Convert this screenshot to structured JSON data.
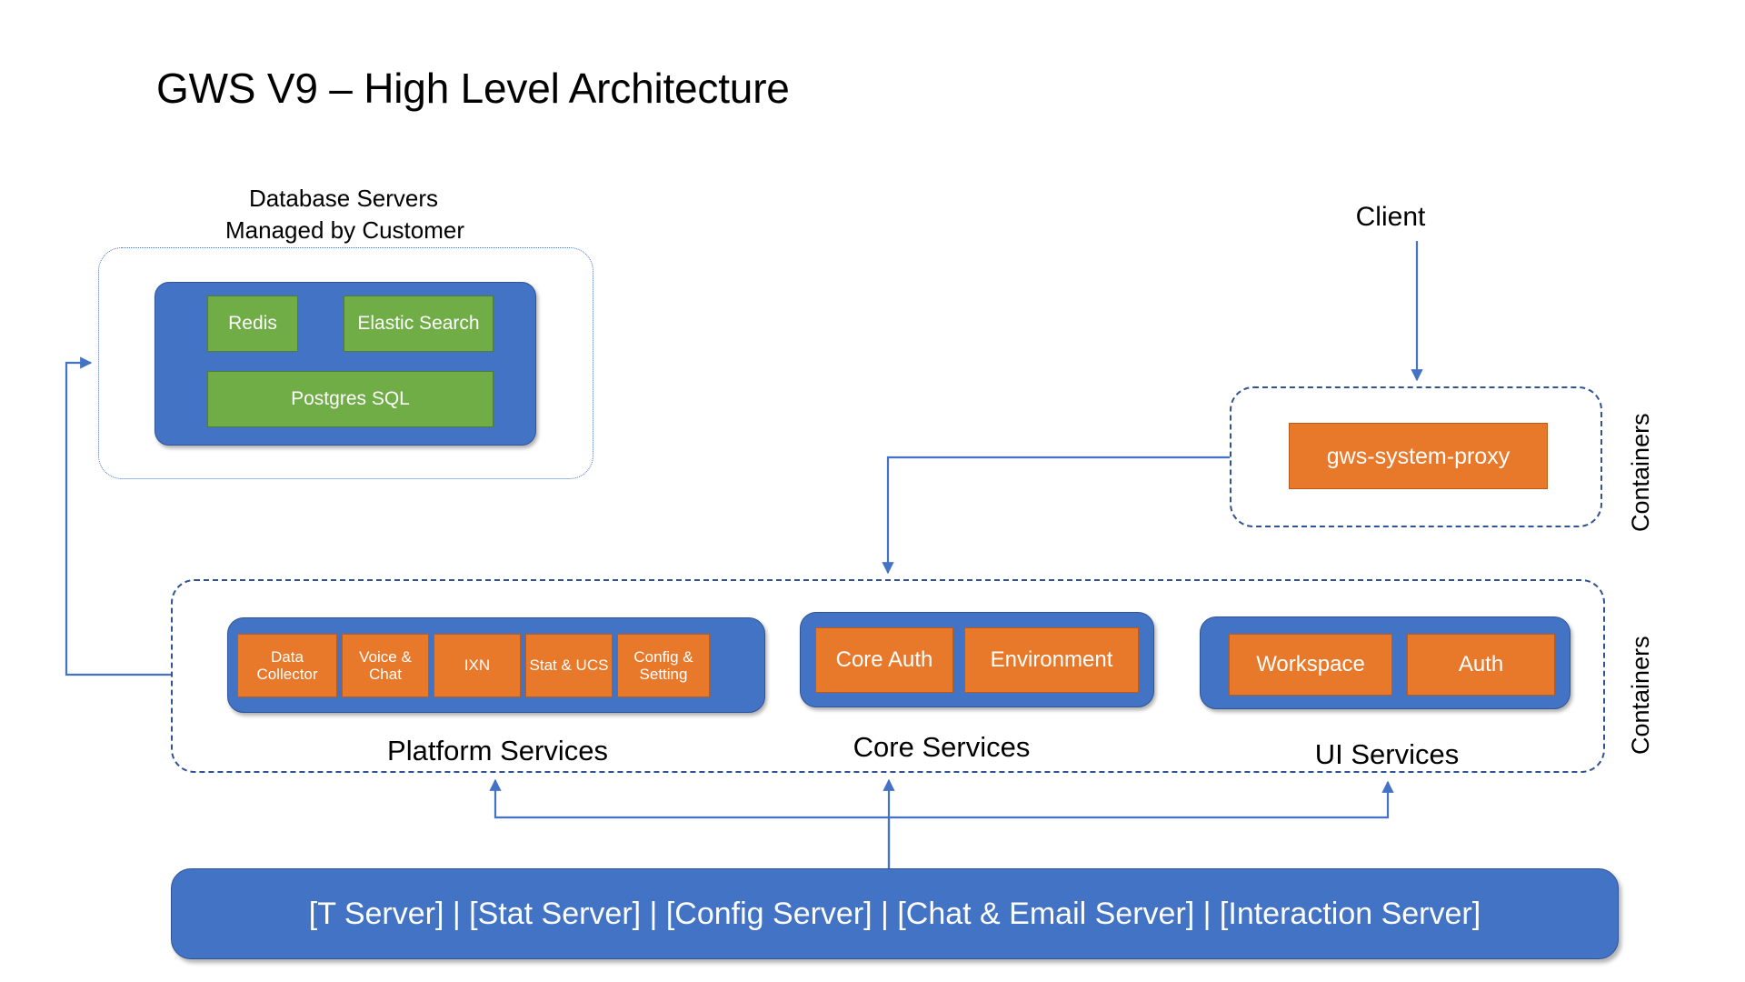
{
  "title": "GWS V9 – High Level Architecture",
  "labels": {
    "database_servers_line1": "Database Servers",
    "database_servers_line2": "Managed by Customer",
    "client": "Client",
    "containers_proxy": "Containers",
    "containers_services": "Containers",
    "platform_services": "Platform Services",
    "core_services": "Core Services",
    "ui_services": "UI Services"
  },
  "database": {
    "nodes": [
      {
        "label": "Redis"
      },
      {
        "label": "Elastic Search"
      },
      {
        "label": "Postgres SQL"
      }
    ]
  },
  "proxy": {
    "nodes": [
      {
        "label": "gws-system-proxy"
      }
    ]
  },
  "platform_services": {
    "nodes": [
      {
        "label": "Data Collector"
      },
      {
        "label": "Voice & Chat"
      },
      {
        "label": "IXN"
      },
      {
        "label": "Stat & UCS"
      },
      {
        "label": "Config & Setting"
      }
    ]
  },
  "core_services": {
    "nodes": [
      {
        "label": "Core Auth"
      },
      {
        "label": "Environment"
      }
    ]
  },
  "ui_services": {
    "nodes": [
      {
        "label": "Workspace"
      },
      {
        "label": "Auth"
      }
    ]
  },
  "server_bar": {
    "label": "[T Server] | [Stat Server] | [Config Server] | [Chat & Email Server] | [Interaction Server]"
  },
  "colors": {
    "blue_panel": "#4373c4",
    "green_node": "#70ad47",
    "orange_node": "#e8792b",
    "connector": "#4472c4",
    "dashed_border": "#31538f",
    "text_dark": "#000000",
    "text_light": "#ffffff"
  }
}
